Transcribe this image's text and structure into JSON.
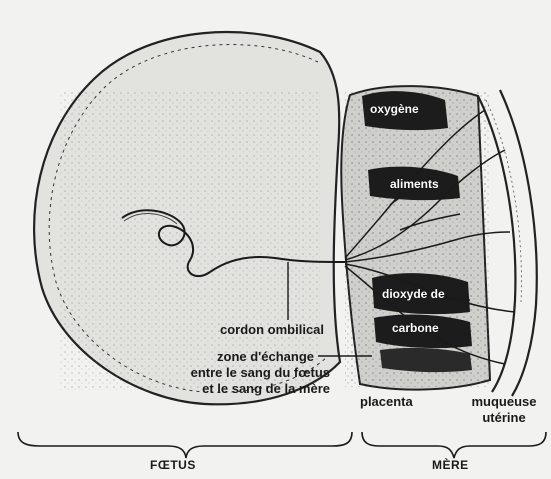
{
  "diagram": {
    "labels": {
      "cordon_ombilical": "cordon ombilical",
      "zone_echange_line1": "zone d'échange",
      "zone_echange_line2": "entre le sang du fœtus",
      "zone_echange_line3": "et le sang de la mère",
      "placenta": "placenta",
      "muqueuse_line1": "muqueuse",
      "muqueuse_line2": "utérine",
      "oxygene": "oxygène",
      "aliments": "aliments",
      "dioxyde_line1": "dioxyde de",
      "dioxyde_line2": "carbone",
      "foetus": "FŒTUS",
      "mere": "MÈRE"
    }
  }
}
